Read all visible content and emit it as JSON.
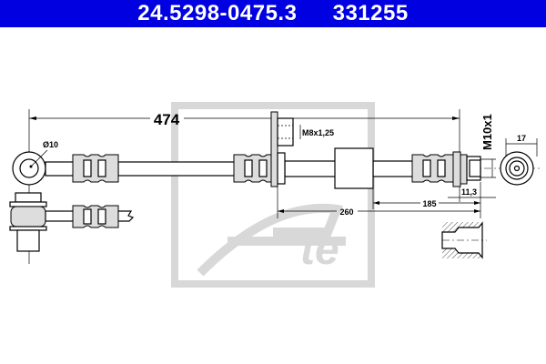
{
  "header": {
    "part_number": "24.5298-0475.3",
    "ref_number": "331255",
    "background": "#0000e0"
  },
  "drawing": {
    "length": "474",
    "eye_diameter": "Ø10",
    "bracket_thread": "M8x1,25",
    "end_thread": "M10x1",
    "end_width": "17",
    "nut_length": "11,3",
    "dim_185": "185",
    "dim_260": "260"
  },
  "watermark": {
    "brand": "Ate",
    "color": "#d8d8d8"
  }
}
